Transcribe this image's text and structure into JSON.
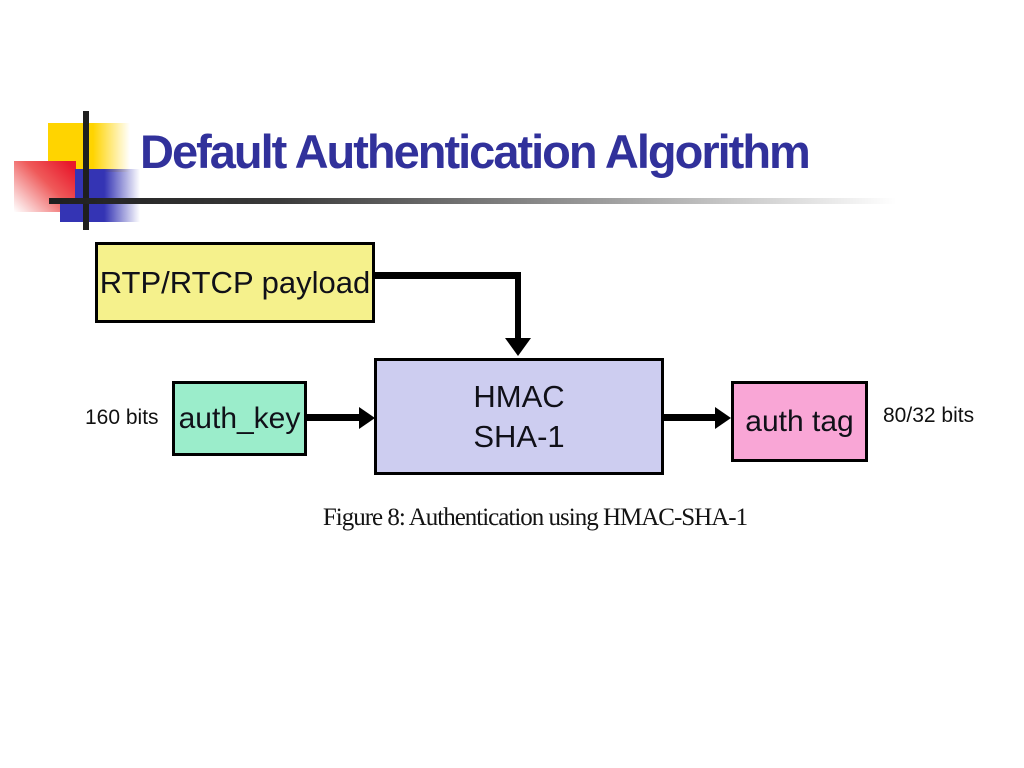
{
  "slide": {
    "title": "Default Authentication Algorithm"
  },
  "theme": {
    "title_color": "#31319B",
    "payload_fill": "#F5F18C",
    "hmac_fill": "#CDCDF0",
    "auth_key_fill": "#9BEDCB",
    "auth_tag_fill": "#F9A6D6",
    "arrow_color": "#000000",
    "deco_yellow": "#FFD400",
    "deco_red": "#E8192C",
    "deco_blue": "#3434B4"
  },
  "diagram": {
    "payload_box": {
      "label": "RTP/RTCP payload"
    },
    "hmac_box": {
      "line1": "HMAC",
      "line2": "SHA-1"
    },
    "auth_key_box": {
      "label": "auth_key"
    },
    "auth_tag_box": {
      "label": "auth tag"
    },
    "key_size_label": "160 bits",
    "tag_size_label": "80/32 bits",
    "caption": "Figure 8: Authentication using HMAC-SHA-1"
  }
}
